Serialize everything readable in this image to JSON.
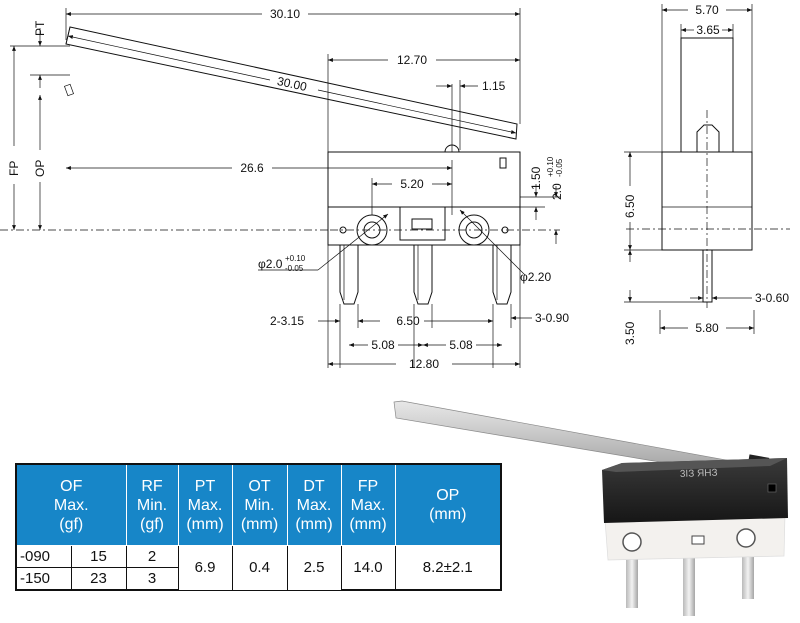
{
  "drawing": {
    "front_view": {
      "total_length": "30.10",
      "lever_length": "30.00",
      "body_width_top": "12.70",
      "roller_offset": "1.15",
      "fp_to_pin": "26.6",
      "pin_spacing_center": "5.20",
      "height_1": "1.50",
      "height_2": "2.0",
      "height_2_tol_plus": "+0.10",
      "height_2_tol_minus": "-0.05",
      "hole_dia": "φ2.0",
      "hole_dia_tol_plus": "+0.10",
      "hole_dia_tol_minus": "-0.05",
      "hole_dia_2": "φ2.20",
      "terminal_width": "2-3.15",
      "terminal_pitch_center": "6.50",
      "terminal_thickness": "3-0.90",
      "pitch_left": "5.08",
      "pitch_right": "5.08",
      "body_length": "12.80",
      "label_pt": "PT",
      "label_fp": "FP",
      "label_op": "OP"
    },
    "side_view": {
      "top_width": "5.70",
      "inner_width": "3.65",
      "body_height": "6.50",
      "terminal_len": "3.50",
      "terminal_thick": "3-0.60",
      "bottom_width": "5.80"
    }
  },
  "spec_table": {
    "headers": {
      "of": [
        "OF",
        "Max.",
        "(gf)"
      ],
      "rf": [
        "RF",
        "Min.",
        "(gf)"
      ],
      "pt": [
        "PT",
        "Max.",
        "(mm)"
      ],
      "ot": [
        "OT",
        "Min.",
        "(mm)"
      ],
      "dt": [
        "DT",
        "Max.",
        "(mm)"
      ],
      "fp": [
        "FP",
        "Max.",
        "(mm)"
      ],
      "op": [
        "OP",
        "(mm)"
      ]
    },
    "rows": [
      {
        "model": "-090",
        "of": "15",
        "rf": "2"
      },
      {
        "model": "-150",
        "of": "23",
        "rf": "3"
      }
    ],
    "shared": {
      "pt": "6.9",
      "ot": "0.4",
      "dt": "2.5",
      "fp": "14.0",
      "op": "8.2±2.1"
    },
    "colors": {
      "header_bg": "#1786c8",
      "header_text": "#ffffff"
    }
  },
  "photo": {
    "body_marking": "3ІЗ ЯНЗ"
  }
}
